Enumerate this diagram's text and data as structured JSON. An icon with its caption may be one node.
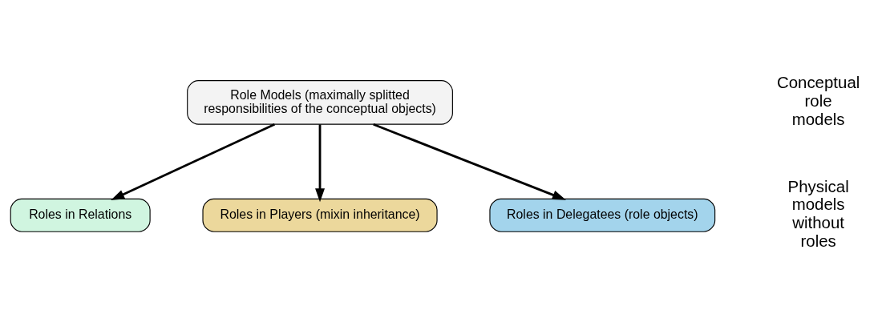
{
  "diagram": {
    "nodes": [
      {
        "text": [
          "Role Models (maximally splitted responsibilities of the conceptual objects)"
        ]
      },
      {
        "text": [
          "Roles in Relations"
        ]
      },
      {
        "text": [
          "Roles in Players (mixin inheritance)"
        ]
      },
      {
        "text": [
          "Roles in Delegatees (role objects)"
        ]
      }
    ],
    "edges": [
      {
        "from": 0,
        "to": 1,
        "arrow": "to"
      },
      {
        "from": 0,
        "to": 2,
        "arrow": "to"
      },
      {
        "from": 0,
        "to": 3,
        "arrow": "to"
      }
    ],
    "labels": [
      "Conceptual role models",
      "Physical models without roles"
    ]
  }
}
